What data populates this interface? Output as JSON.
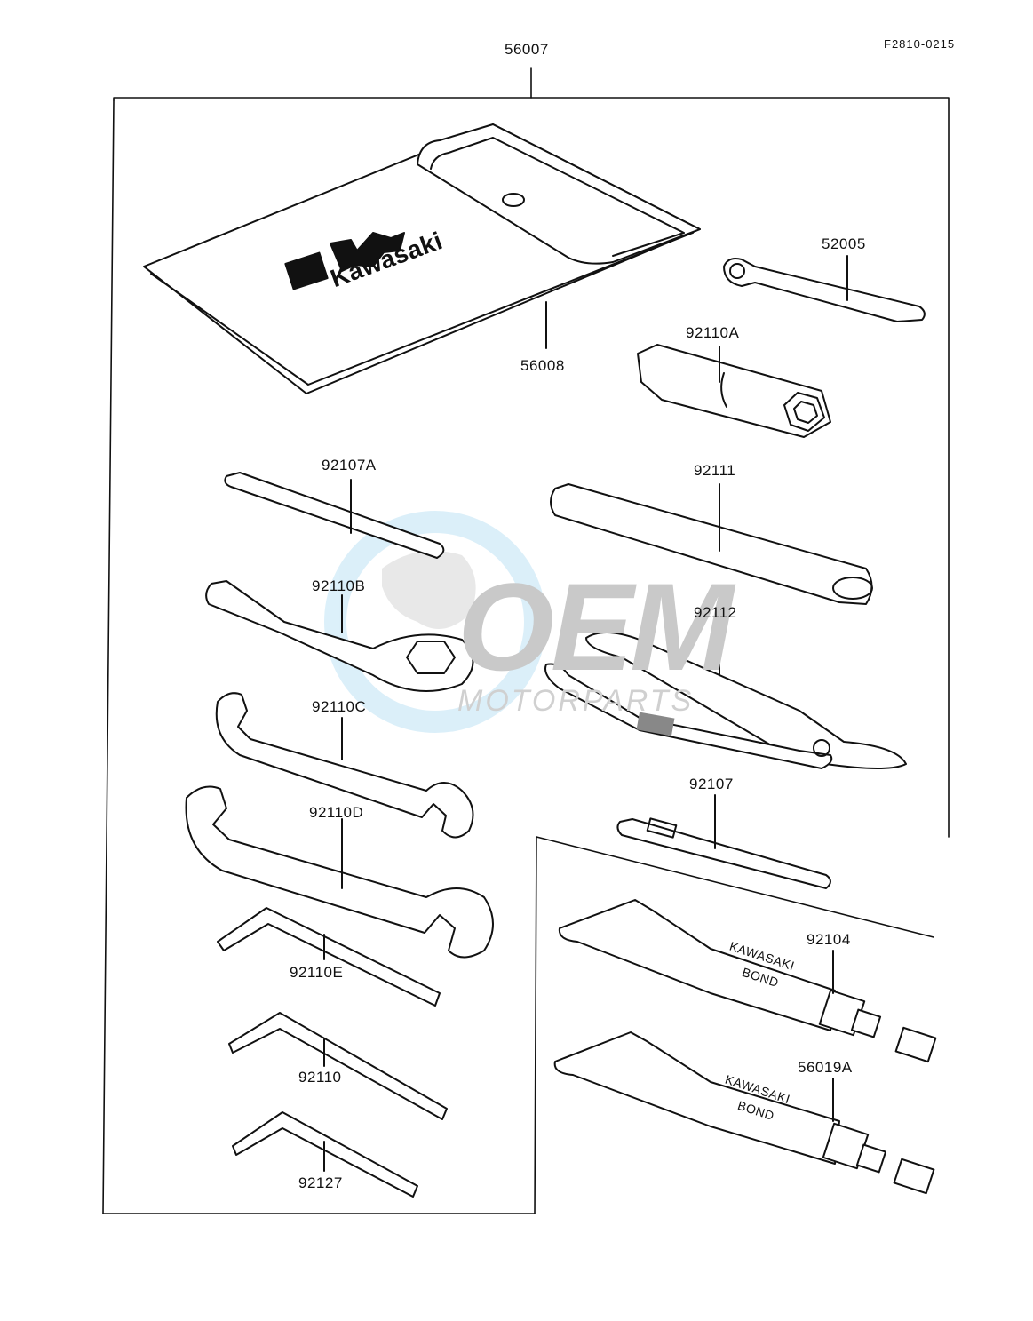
{
  "diagram_ref": "F2810-0215",
  "kit_label": "56007",
  "parts": {
    "bag": "56008",
    "plug_wrench_handle": "52005",
    "spark_plug_wrench": "92110A",
    "screwdriver_grip": "92111",
    "screwdriver_shaft": "92107A",
    "ring_wrench": "92110B",
    "pliers": "92112",
    "open_wrench_small": "92110C",
    "open_wrench_large": "92110D",
    "screwdriver": "92107",
    "hex_key_large": "92110E",
    "bond_tube_1": "92104",
    "hex_key_medium": "92110",
    "bond_tube_2": "56019A",
    "hex_key_small": "92127"
  },
  "bag_brand": "Kawasaki",
  "tube_print_line1": "KAWASAKI",
  "tube_print_line2": "BOND",
  "watermark": {
    "logo_text": "OEM",
    "sub_text": "MOTORPARTS"
  }
}
